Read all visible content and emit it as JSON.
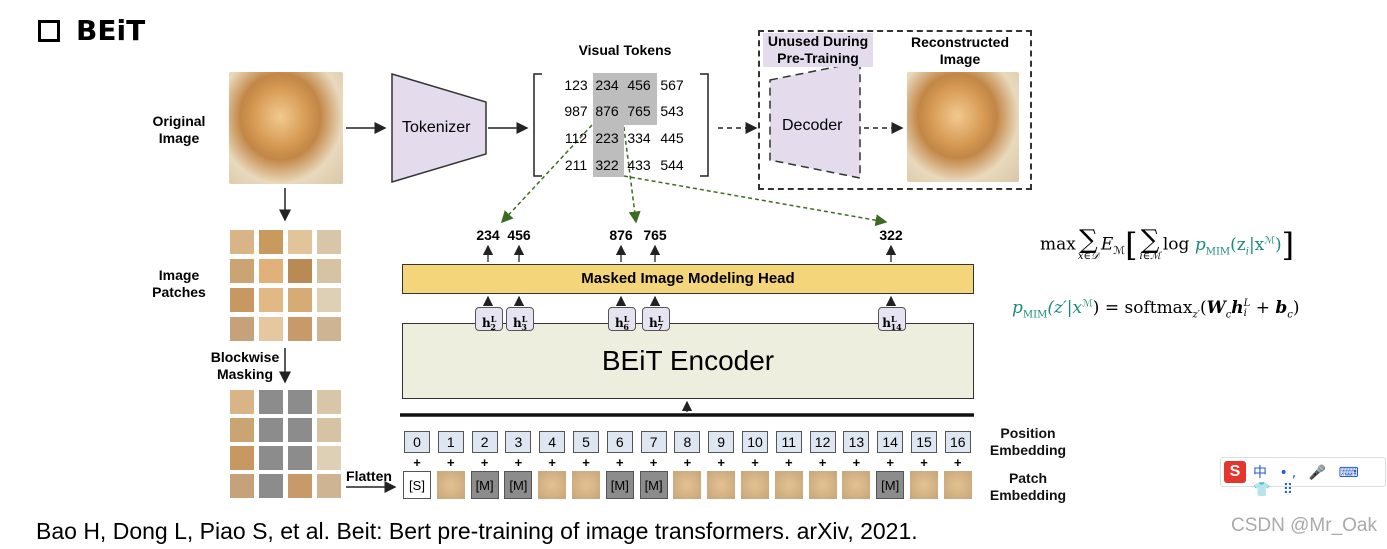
{
  "title": "BEiT",
  "labels": {
    "original_image": "Original\nImage",
    "image_patches": "Image\nPatches",
    "blockwise_masking": "Blockwise\nMasking",
    "flatten": "Flatten",
    "tokenizer": "Tokenizer",
    "visual_tokens": "Visual Tokens",
    "unused": "Unused During\nPre-Training",
    "reconstructed": "Reconstructed\nImage",
    "decoder": "Decoder",
    "mim_head": "Masked Image Modeling Head",
    "encoder": "BEiT Encoder",
    "position_embedding": "Position\nEmbedding",
    "patch_embedding": "Patch\nEmbedding"
  },
  "visual_tokens": [
    [
      "123",
      "234",
      "456",
      "567"
    ],
    [
      "987",
      "876",
      "765",
      "543"
    ],
    [
      "112",
      "223",
      "334",
      "445"
    ],
    [
      "211",
      "322",
      "433",
      "544"
    ]
  ],
  "output_tokens": [
    "234",
    "456",
    "876",
    "765",
    "322"
  ],
  "hidden_states": [
    {
      "base": "h",
      "sup": "L",
      "sub": "2"
    },
    {
      "base": "h",
      "sup": "L",
      "sub": "3"
    },
    {
      "base": "h",
      "sup": "L",
      "sub": "6"
    },
    {
      "base": "h",
      "sup": "L",
      "sub": "7"
    },
    {
      "base": "h",
      "sup": "L",
      "sub": "14"
    }
  ],
  "positions": [
    "0",
    "1",
    "2",
    "3",
    "4",
    "5",
    "6",
    "7",
    "8",
    "9",
    "10",
    "11",
    "12",
    "13",
    "14",
    "15",
    "16"
  ],
  "patch_tokens": [
    "[S]",
    "",
    "[M]",
    "[M]",
    "",
    "",
    "[M]",
    "[M]",
    "",
    "",
    "",
    "",
    "",
    "",
    "[M]",
    "",
    ""
  ],
  "plus_sign": "+",
  "formula1": {
    "max": "max",
    "sum_sub": "x∈𝒟",
    "expect": "E",
    "expect_sub": "ℳ",
    "inner_sub": "i∈ℳ",
    "log": "log",
    "p": "p",
    "p_sub": "MIM",
    "arg": "(z",
    "arg_i": "i",
    "bar": "|x",
    "sup_m": "ℳ",
    "close": ")"
  },
  "formula2": {
    "p": "p",
    "p_sub": "MIM",
    "arg": "(z′|x",
    "sup_m": "ℳ",
    "rhs": ") = softmax",
    "soft_sub": "z′",
    "open": "(",
    "W": "W",
    "W_sub": "c",
    "h": "h",
    "h_sup": "L",
    "h_sub": "i",
    "plus": " + ",
    "b": "b",
    "b_sub": "c",
    "close": ")"
  },
  "citation": "Bao H, Dong L, Piao S, et al. Beit: Bert pre-training of image transformers. arXiv, 2021.",
  "watermark": "CSDN @Mr_Oak",
  "ime": {
    "logo": "S",
    "text": "中 •, 🎤 ⌨ 👕 ⠿"
  }
}
